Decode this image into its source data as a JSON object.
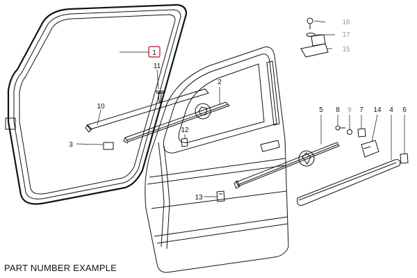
{
  "caption": "PART NUMBER EXAMPLE",
  "highlight_color": "#d0021b",
  "callouts": {
    "c1": "1",
    "c2": "2",
    "c3": "3",
    "c4": "4",
    "c5": "5",
    "c6": "6",
    "c7": "7",
    "c8": "8",
    "c9": "9",
    "c10": "10",
    "c11": "11",
    "c12": "12",
    "c13": "13",
    "c14": "14",
    "c15": "15",
    "c16": "16",
    "c17": "17"
  }
}
